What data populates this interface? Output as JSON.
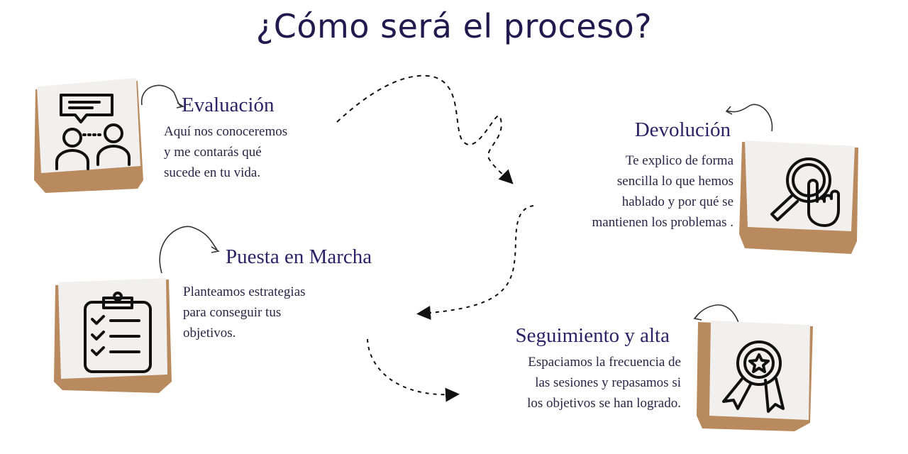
{
  "title": "¿Cómo será el proceso?",
  "steps": [
    {
      "heading": "Evaluación",
      "lines": [
        "Aquí nos conoceremos",
        "y me contarás qué",
        "sucede en tu vida."
      ],
      "icon": "conversation-icon"
    },
    {
      "heading": "Devolución",
      "lines": [
        "Te explico de forma",
        "sencilla lo que hemos",
        "hablado y por qué se",
        "mantienen los problemas ."
      ],
      "icon": "magnifier-hand-icon"
    },
    {
      "heading": "Puesta en Marcha",
      "lines": [
        "Planteamos estrategias",
        "para conseguir tus",
        "objetivos."
      ],
      "icon": "clipboard-checklist-icon"
    },
    {
      "heading": "Seguimiento y alta",
      "lines": [
        "Espaciamos la frecuencia de",
        "las sesiones y repasamos si",
        "los objetivos se han logrado."
      ],
      "icon": "award-ribbon-icon"
    }
  ],
  "colors": {
    "title": "#22194e",
    "text": "#2a2445",
    "cardboard": "#b98a5e",
    "paper": "#f1f0ee",
    "ink": "#111111"
  }
}
